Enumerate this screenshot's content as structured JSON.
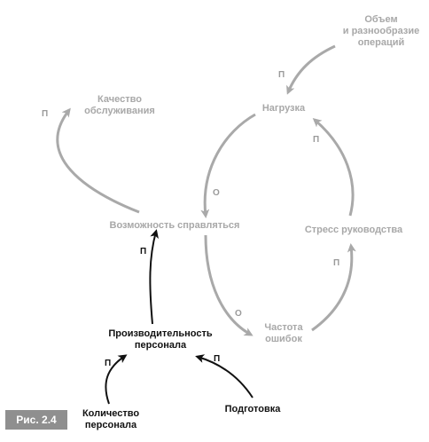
{
  "figure_label": "Рис. 2.4",
  "nodes": {
    "volume": [
      "Объем",
      "и разнообразие",
      "операций"
    ],
    "load": [
      "Нагрузка"
    ],
    "quality": [
      "Качество",
      "обслуживания"
    ],
    "capability": [
      "Возможность справляться"
    ],
    "stress": [
      "Стресс руководства"
    ],
    "errors": [
      "Частота",
      "ошибок"
    ],
    "productivity": [
      "Производительность",
      "персонала"
    ],
    "headcount": [
      "Количество",
      "персонала"
    ],
    "training": [
      "Подготовка"
    ]
  },
  "links": {
    "volume_load": "П",
    "capability_quality": "П",
    "load_capability": "О",
    "stress_load": "П",
    "capability_errors": "О",
    "errors_stress": "П",
    "productivity_capability": "П",
    "headcount_productivity": "П",
    "training_productivity": "П"
  },
  "colors": {
    "gray_text": "#a8a8a8",
    "gray_arrow": "#a9a9a9",
    "dark": "#111111",
    "badge": "#8f8f8f"
  }
}
